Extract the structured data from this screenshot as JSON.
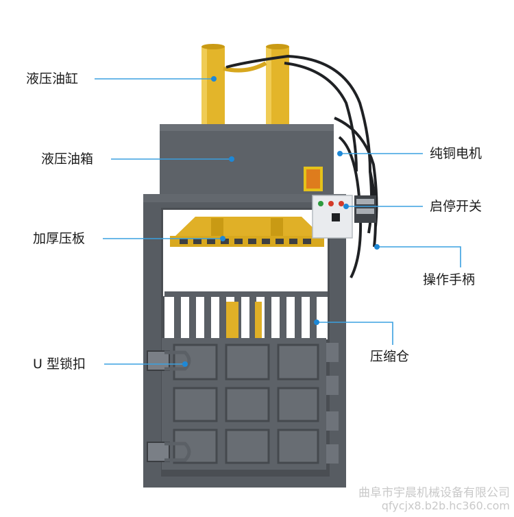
{
  "callouts": {
    "hydraulic_cylinder": "液压油缸",
    "hydraulic_tank": "液压油箱",
    "thick_press_plate": "加厚压板",
    "u_lock": "U 型锁扣",
    "copper_motor": "纯铜电机",
    "start_stop_switch": "启停开关",
    "operating_handle": "操作手柄",
    "compression_chamber": "压缩仓"
  },
  "watermark": {
    "company": "曲阜市宇晨机械设备有限公司",
    "url": "qfycjx8.b2b.hc360.com"
  },
  "colors": {
    "frame": "#5b6066",
    "frame_dark": "#3f4348",
    "cylinder": "#e3b52a",
    "callout_line": "#3aa0e0",
    "callout_dot": "#1e88d6"
  }
}
